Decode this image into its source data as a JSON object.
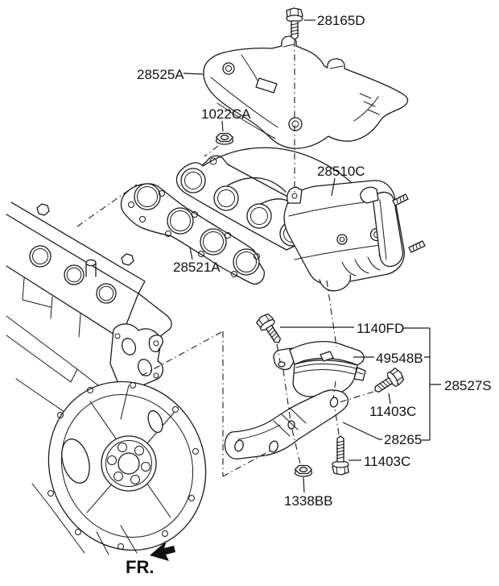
{
  "diagram": {
    "background": "#ffffff",
    "line_color": "#1a1a1a",
    "front_marker": "FR.",
    "callouts": [
      {
        "id": "28165D",
        "shape": "hex-flange-bolt"
      },
      {
        "id": "28525A",
        "shape": "heat-protector-upper"
      },
      {
        "id": "1022CA",
        "shape": "hex-flange-nut"
      },
      {
        "id": "28510C",
        "shape": "exhaust-manifold-catalyst-assembly"
      },
      {
        "id": "28521A",
        "shape": "manifold-gasket"
      },
      {
        "id": "1140FD",
        "shape": "hex-flange-bolt"
      },
      {
        "id": "49548B",
        "shape": "heat-protector-stay"
      },
      {
        "id": "28527S",
        "shape": "stay-group-bracket"
      },
      {
        "id": "11403C",
        "shape": "hex-flange-bolt"
      },
      {
        "id": "28265",
        "shape": "support-stay"
      },
      {
        "id": "11403C",
        "shape": "hex-flange-bolt"
      },
      {
        "id": "1338BB",
        "shape": "hex-flange-nut"
      }
    ]
  }
}
